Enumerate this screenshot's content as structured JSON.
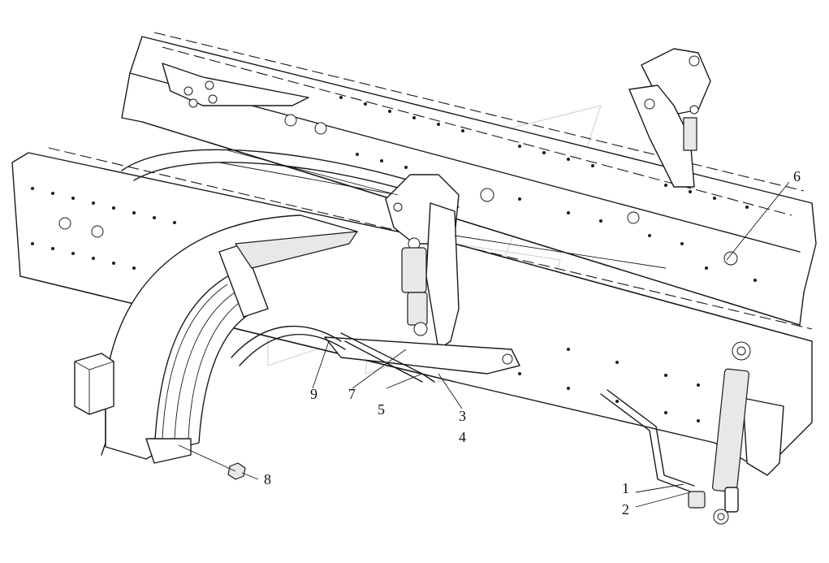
{
  "callouts": [
    {
      "id": "1",
      "label": "1"
    },
    {
      "id": "2",
      "label": "2"
    },
    {
      "id": "3",
      "label": "3"
    },
    {
      "id": "4",
      "label": "4"
    },
    {
      "id": "5",
      "label": "5"
    },
    {
      "id": "6",
      "label": "6"
    },
    {
      "id": "7",
      "label": "7"
    },
    {
      "id": "8",
      "label": "8"
    },
    {
      "id": "9",
      "label": "9"
    }
  ],
  "style": {
    "line_color": "#1a1a1a",
    "background": "#ffffff",
    "watermark_color": "#d6d6d6"
  }
}
